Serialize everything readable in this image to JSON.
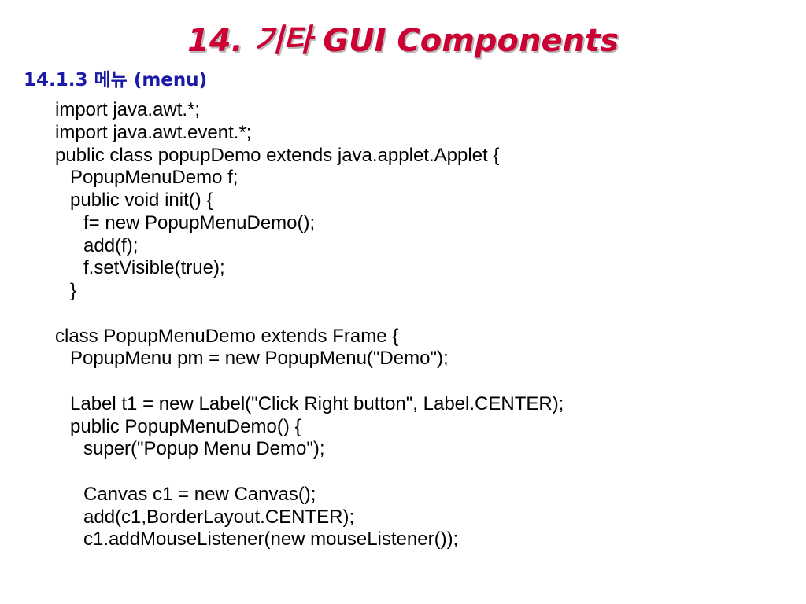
{
  "slide": {
    "title": "14. 기타 GUI Components",
    "subtitle": "14.1.3 메뉴 (menu)",
    "code_lines": [
      "import java.awt.*;",
      "import java.awt.event.*;",
      "public class popupDemo extends java.applet.Applet {",
      "PopupMenuDemo f;",
      "public void init() {",
      "f= new PopupMenuDemo();",
      "add(f);",
      "f.setVisible(true);",
      "}",
      "",
      "class PopupMenuDemo extends Frame {",
      "PopupMenu pm = new PopupMenu(\"Demo\");",
      "",
      "Label t1 = new Label(\"Click Right button\", Label.CENTER);",
      "public PopupMenuDemo() {",
      "super(\"Popup Menu Demo\");",
      "",
      "Canvas c1 = new Canvas();",
      "add(c1,BorderLayout.CENTER);",
      "c1.addMouseListener(new mouseListener());"
    ]
  },
  "colors": {
    "title": "#cc0033",
    "subtitle": "#1a1aa6",
    "code": "#000000",
    "background": "#ffffff"
  }
}
